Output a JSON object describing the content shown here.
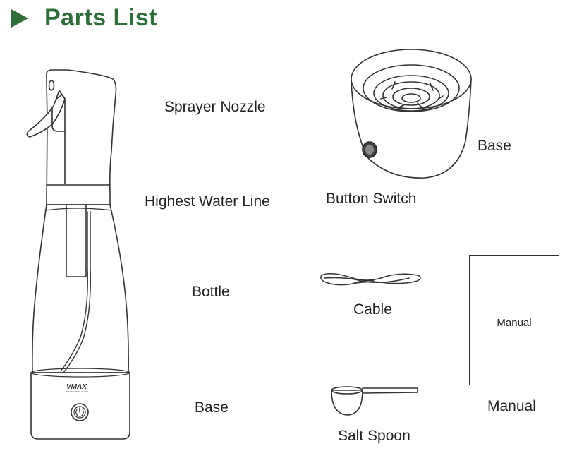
{
  "header": {
    "title": "Parts List",
    "icon": "play-triangle-icon",
    "color": "#2e6e3a"
  },
  "bottle": {
    "labels": {
      "nozzle": "Sprayer Nozzle",
      "water_line": "Highest Water Line",
      "bottle": "Bottle",
      "base": "Base"
    },
    "brand": "VMAX",
    "brand_tagline": "MAKE YOUR VALUE"
  },
  "base_unit": {
    "label": "Base",
    "switch_label": "Button Switch"
  },
  "cable": {
    "label": "Cable"
  },
  "spoon": {
    "label": "Salt Spoon"
  },
  "manual": {
    "cover_text": "Manual",
    "label": "Manual"
  }
}
